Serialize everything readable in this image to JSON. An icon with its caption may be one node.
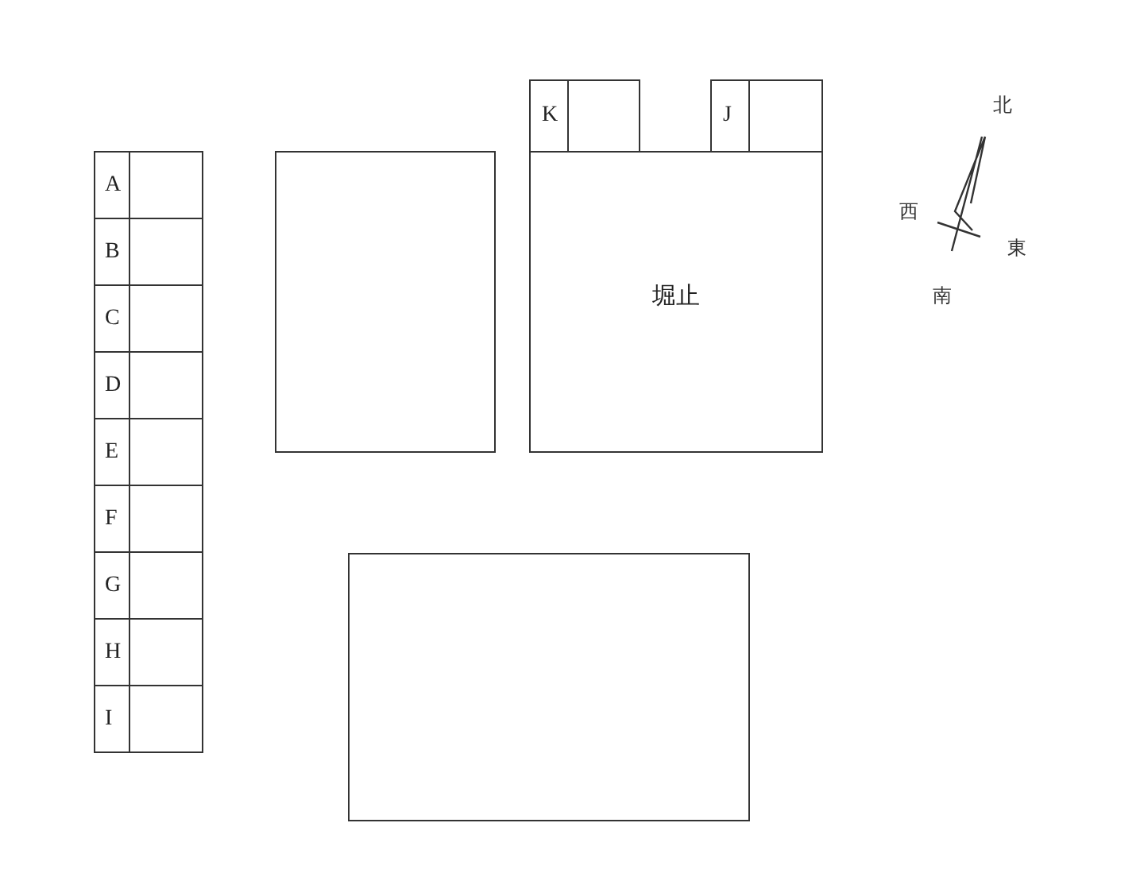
{
  "diagram": {
    "nodes": [
      {
        "text": [
          "K"
        ]
      },
      {
        "text": [
          "J"
        ]
      },
      {
        "text": [
          "A"
        ]
      },
      {
        "text": [
          "B"
        ]
      },
      {
        "text": [
          "C"
        ]
      },
      {
        "text": [
          "D"
        ]
      },
      {
        "text": [
          "E"
        ]
      },
      {
        "text": [
          "F"
        ]
      },
      {
        "text": [
          "G"
        ]
      },
      {
        "text": [
          "H"
        ]
      },
      {
        "text": [
          "I"
        ]
      },
      {
        "text": [],
        "shape": "box"
      },
      {
        "text": [
          "堀止"
        ]
      },
      {
        "text": [],
        "shape": "box"
      }
    ],
    "labels": [
      "北",
      "西",
      "東",
      "南"
    ]
  }
}
